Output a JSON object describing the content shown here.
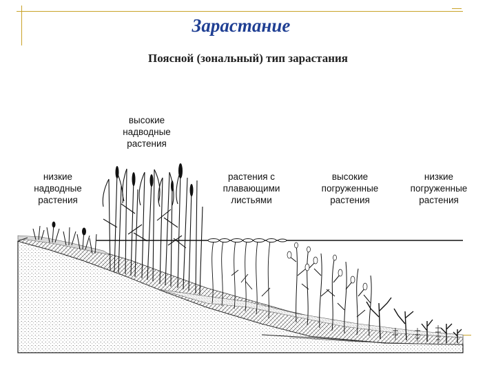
{
  "title": "Зарастание",
  "subtitle": "Поясной (зональный) тип зарастания",
  "zones": [
    {
      "label": "низкие\nнадводные\nрастения"
    },
    {
      "label": "высокие\nнадводные\nрастения"
    },
    {
      "label": "растения с\nплавающими\nлистьями"
    },
    {
      "label": "высокие\nпогруженные\nрастения"
    },
    {
      "label": "низкие\nпогруженные\nрастения"
    }
  ],
  "colors": {
    "title": "#1f3f93",
    "decoration": "#c9a227",
    "ink": "#111111"
  }
}
